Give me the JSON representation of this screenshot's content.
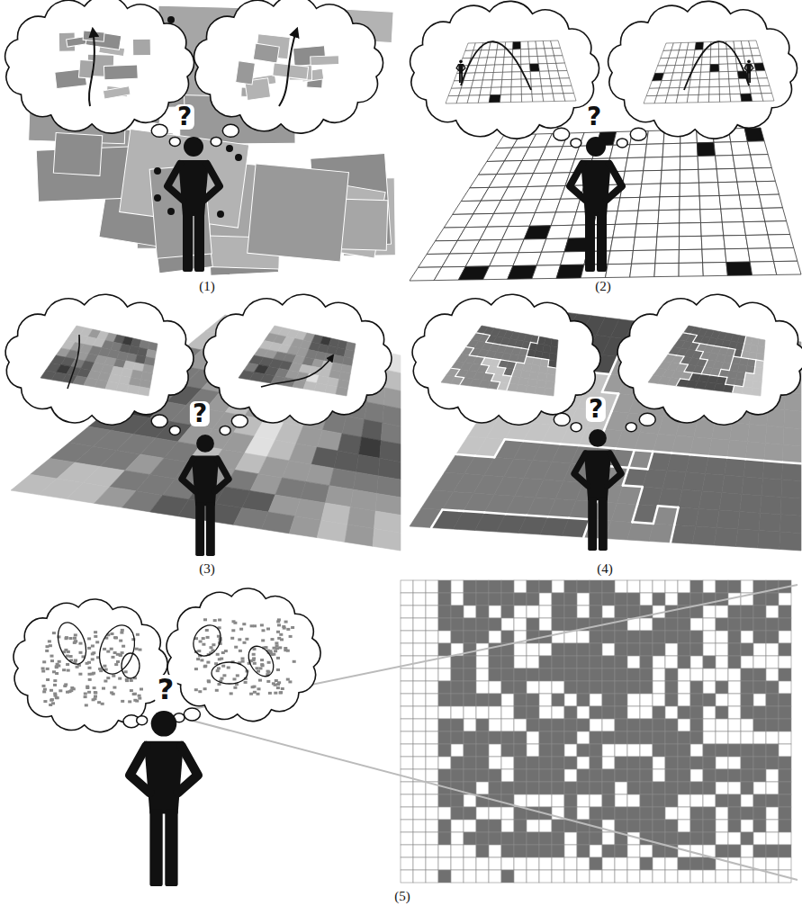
{
  "diagram": {
    "labels": [
      "?",
      "(1)",
      "?",
      "(2)",
      "?",
      "(3)",
      "?",
      "(4)",
      "?",
      "(5)"
    ]
  }
}
